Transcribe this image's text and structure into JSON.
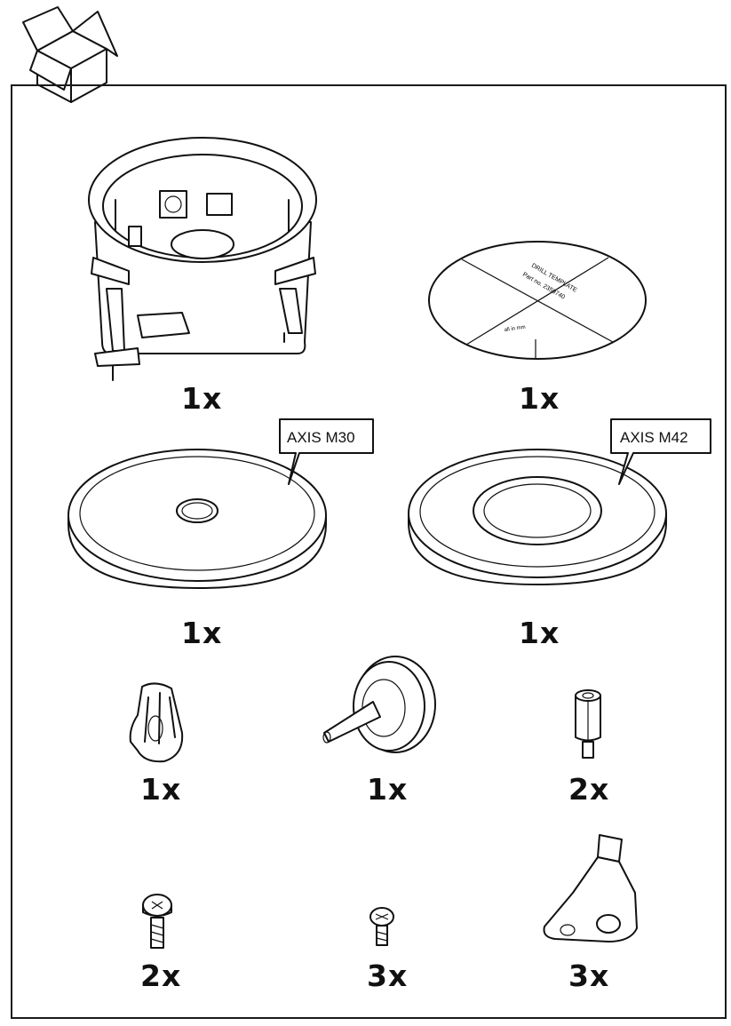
{
  "items": [
    {
      "id": "backbox",
      "qty": "1x"
    },
    {
      "id": "drill-template",
      "qty": "1x",
      "template_lines": [
        "DRILL TEMPLATE",
        "Part no. 2359740"
      ],
      "scale_note": "all in mm"
    },
    {
      "id": "adapter-m30",
      "qty": "1x",
      "callout": "AXIS M30"
    },
    {
      "id": "adapter-m42",
      "qty": "1x",
      "callout": "AXIS M42"
    },
    {
      "id": "anchor",
      "qty": "1x"
    },
    {
      "id": "cable-gasket",
      "qty": "1x"
    },
    {
      "id": "standoff",
      "qty": "2x"
    },
    {
      "id": "screw-torx",
      "qty": "2x"
    },
    {
      "id": "screw-small",
      "qty": "3x"
    },
    {
      "id": "clamp-bracket",
      "qty": "3x"
    }
  ],
  "icons": {
    "box": "open-box-icon"
  }
}
